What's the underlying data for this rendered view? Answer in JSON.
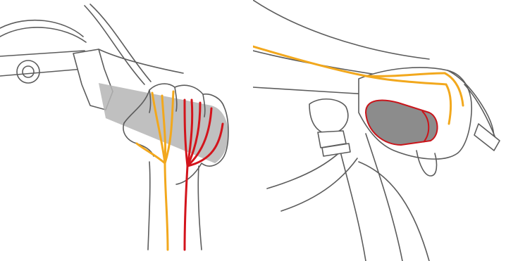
{
  "colors": {
    "background": "#ffffff",
    "outline": "#5c5c5c",
    "ulnar_nerve": "#f2a81d",
    "median_nerve": "#d3141c",
    "grip_shade": "#b5b5b5",
    "pressure_zone": "#c9151b"
  },
  "panels": [
    {
      "name": "left-side-view",
      "highlighted_nerves": [
        "ulnar",
        "median"
      ]
    },
    {
      "name": "right-top-view",
      "highlighted_nerves": [
        "ulnar"
      ],
      "pressure_area": "palm-on-grip"
    }
  ]
}
